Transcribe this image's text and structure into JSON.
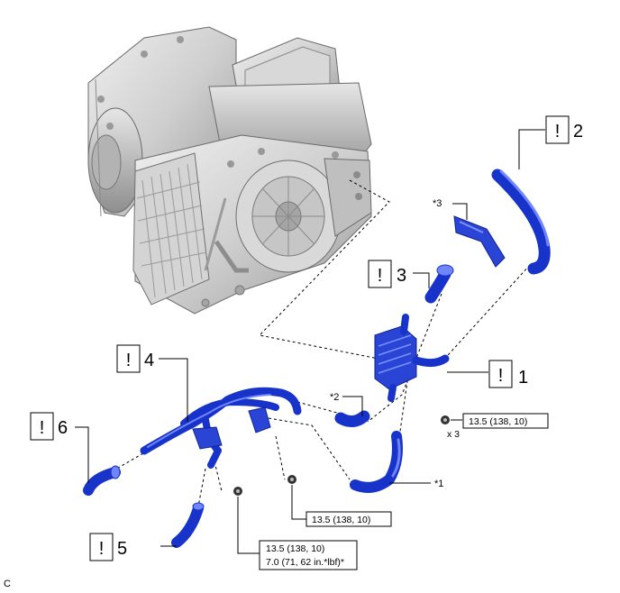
{
  "diagram": {
    "callouts": [
      {
        "num": "1",
        "caution": "!"
      },
      {
        "num": "2",
        "caution": "!"
      },
      {
        "num": "3",
        "caution": "!"
      },
      {
        "num": "4",
        "caution": "!"
      },
      {
        "num": "5",
        "caution": "!"
      },
      {
        "num": "6",
        "caution": "!"
      }
    ],
    "notes": {
      "n1": "*1",
      "n2": "*2",
      "n3": "*3"
    },
    "torques": {
      "t_right": "13.5 (138, 10)",
      "t_right_qty": "x 3",
      "t_mid": "13.5 (138, 10)",
      "t_low_line1": "13.5 (138, 10)",
      "t_low_line2": "7.0 (71, 62 in.*lbf)*"
    },
    "corner_code": "C"
  },
  "colors": {
    "hose": "#1733c9",
    "hose_highlight": "#6f86ff",
    "transaxle": "#c9c9c9"
  }
}
